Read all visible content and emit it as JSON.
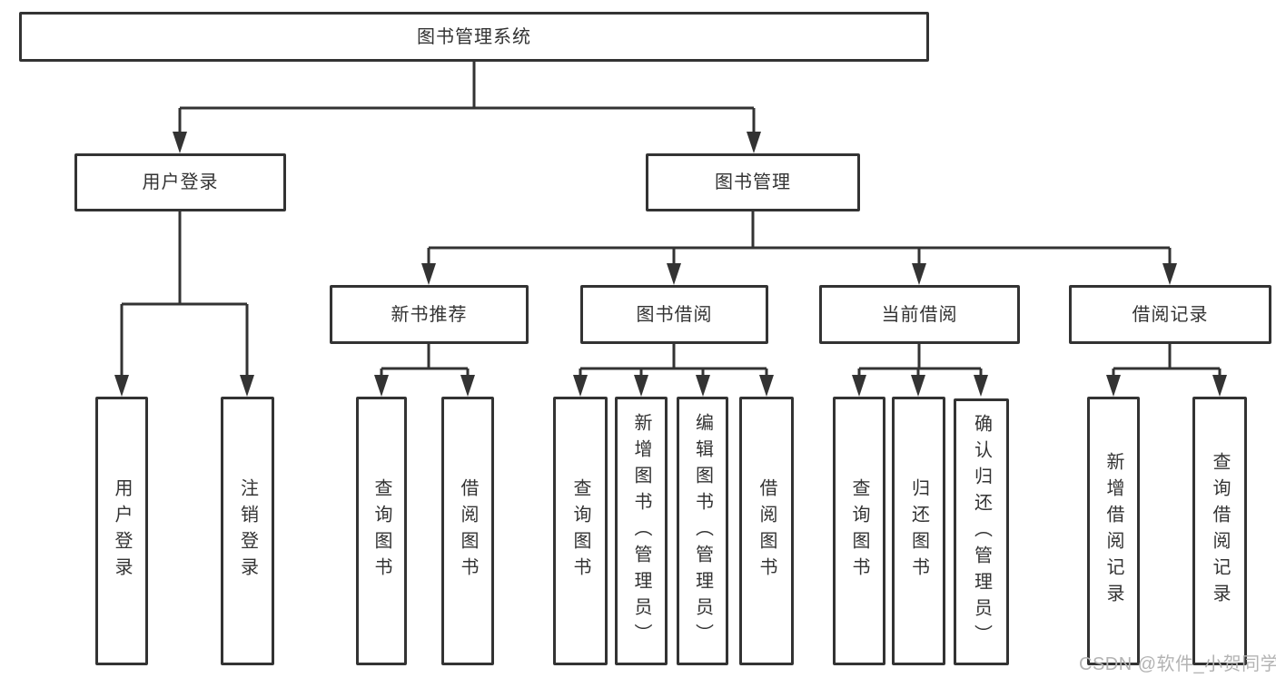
{
  "diagram": {
    "tree": {
      "label": "图书管理系统",
      "children": [
        {
          "label": "用户登录",
          "children": [
            {
              "label": "用户登录"
            },
            {
              "label": "注销登录"
            }
          ]
        },
        {
          "label": "图书管理",
          "children": [
            {
              "label": "新书推荐",
              "children": [
                {
                  "label": "查询图书"
                },
                {
                  "label": "借阅图书"
                }
              ]
            },
            {
              "label": "图书借阅",
              "children": [
                {
                  "label": "查询图书"
                },
                {
                  "label": "新增图书（管理员）"
                },
                {
                  "label": "编辑图书（管理员）"
                },
                {
                  "label": "借阅图书"
                }
              ]
            },
            {
              "label": "当前借阅",
              "children": [
                {
                  "label": "查询图书"
                },
                {
                  "label": "归还图书"
                },
                {
                  "label": "确认归还（管理员）"
                }
              ]
            },
            {
              "label": "借阅记录",
              "children": [
                {
                  "label": "新增借阅记录"
                },
                {
                  "label": "查询借阅记录"
                }
              ]
            }
          ]
        }
      ]
    },
    "watermark": "CSDN @软件_小贺同学",
    "colors": {
      "line": "#333333",
      "text": "#333333",
      "watermark_gray": "#b3b3b3",
      "background": "#ffffff"
    }
  }
}
